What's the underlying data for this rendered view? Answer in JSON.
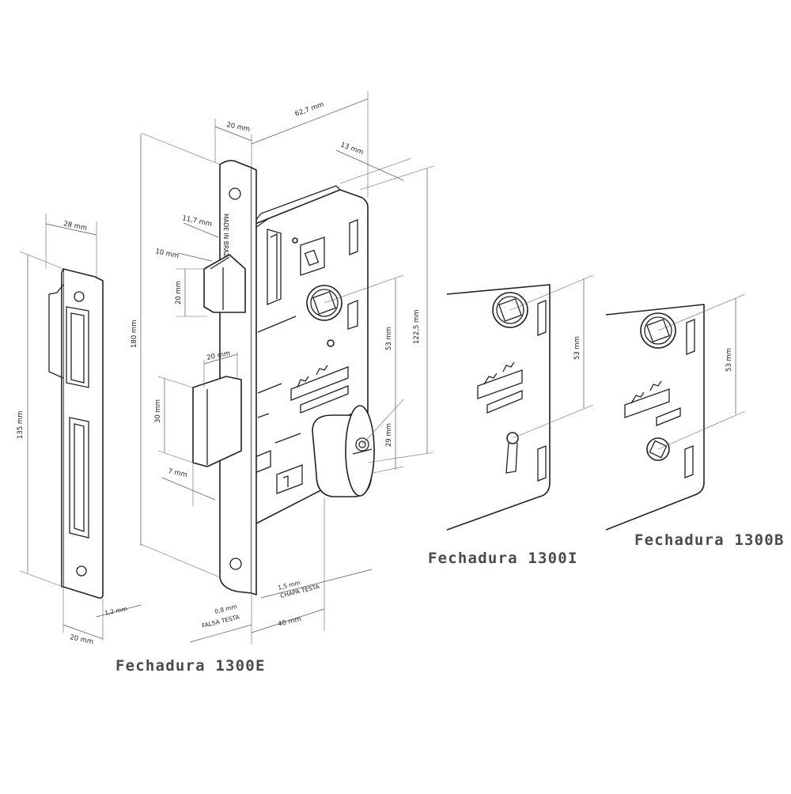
{
  "titles": {
    "lock_e": "Fechadura 1300E",
    "lock_i": "Fechadura 1300I",
    "lock_b": "Fechadura 1300B"
  },
  "dimensions": {
    "d_28": "28 mm",
    "d_135": "135 mm",
    "d_12": "1,2 mm",
    "d_20_strike": "20 mm",
    "d_20_top": "20 mm",
    "d_627": "62,7 mm",
    "d_13": "13 mm",
    "d_117": "11,7 mm",
    "d_10": "10 mm",
    "d_20_latch": "20 mm",
    "d_180": "180 mm",
    "d_20_bolt": "20 mm",
    "d_30": "30 mm",
    "d_7": "7 mm",
    "d_53_e": "53 mm",
    "d_1225": "122,5 mm",
    "d_29": "29 mm",
    "d_08": "0,8 mm",
    "falsa_testa": "FALSA TESTA",
    "d_15": "1,5 mm",
    "chapa_testa": "CHAPA TESTA",
    "d_40": "40 mm",
    "d_53_i": "53 mm",
    "d_53_b": "53 mm"
  },
  "faceplate_stamp": "MADE IN BRAZIL"
}
